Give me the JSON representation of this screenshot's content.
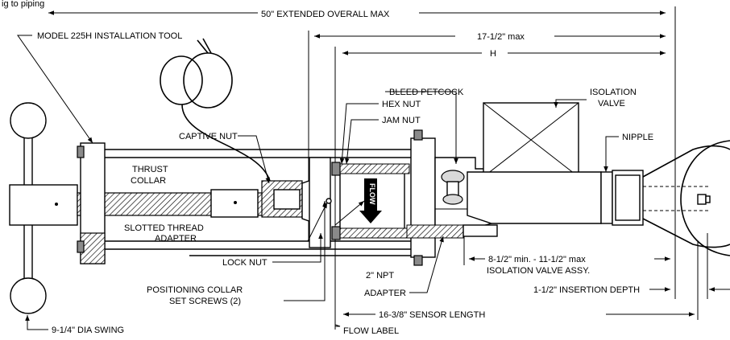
{
  "labels": {
    "top_partial": "ig to piping",
    "overall": "50\" EXTENDED OVERALL MAX",
    "tool": "MODEL 225H INSTALLATION TOOL",
    "max_17": "17-1/2\" max",
    "h": "H",
    "bleed": "BLEED PETCOCK",
    "hex": "HEX NUT",
    "jam": "JAM NUT",
    "isolation_1": "ISOLATION",
    "isolation_2": "VALVE",
    "nipple": "NIPPLE",
    "captive": "CAPTIVE NUT",
    "thrust_1": "THRUST",
    "thrust_2": "COLLAR",
    "flow": "FLOW",
    "slotted_1": "SLOTTED THREAD",
    "slotted_2": "ADAPTER",
    "lock": "LOCK NUT",
    "npt_1": "2\" NPT",
    "npt_2": "ADAPTER",
    "assy_1": "8-1/2\" min. - 11-1/2\" max",
    "assy_2": "ISOLATION VALVE ASSY.",
    "pos_1": "POSITIONING COLLAR",
    "pos_2": "SET SCREWS (2)",
    "insertion": "1-1/2\" INSERTION DEPTH",
    "sensor": "16-3/8\" SENSOR LENGTH",
    "swing": "9-1/4\" DIA SWING",
    "flow_label": "FLOW LABEL"
  },
  "colors": {
    "line": "#000000",
    "shade": "#d9d9d9",
    "dark": "#8a8a8a"
  }
}
